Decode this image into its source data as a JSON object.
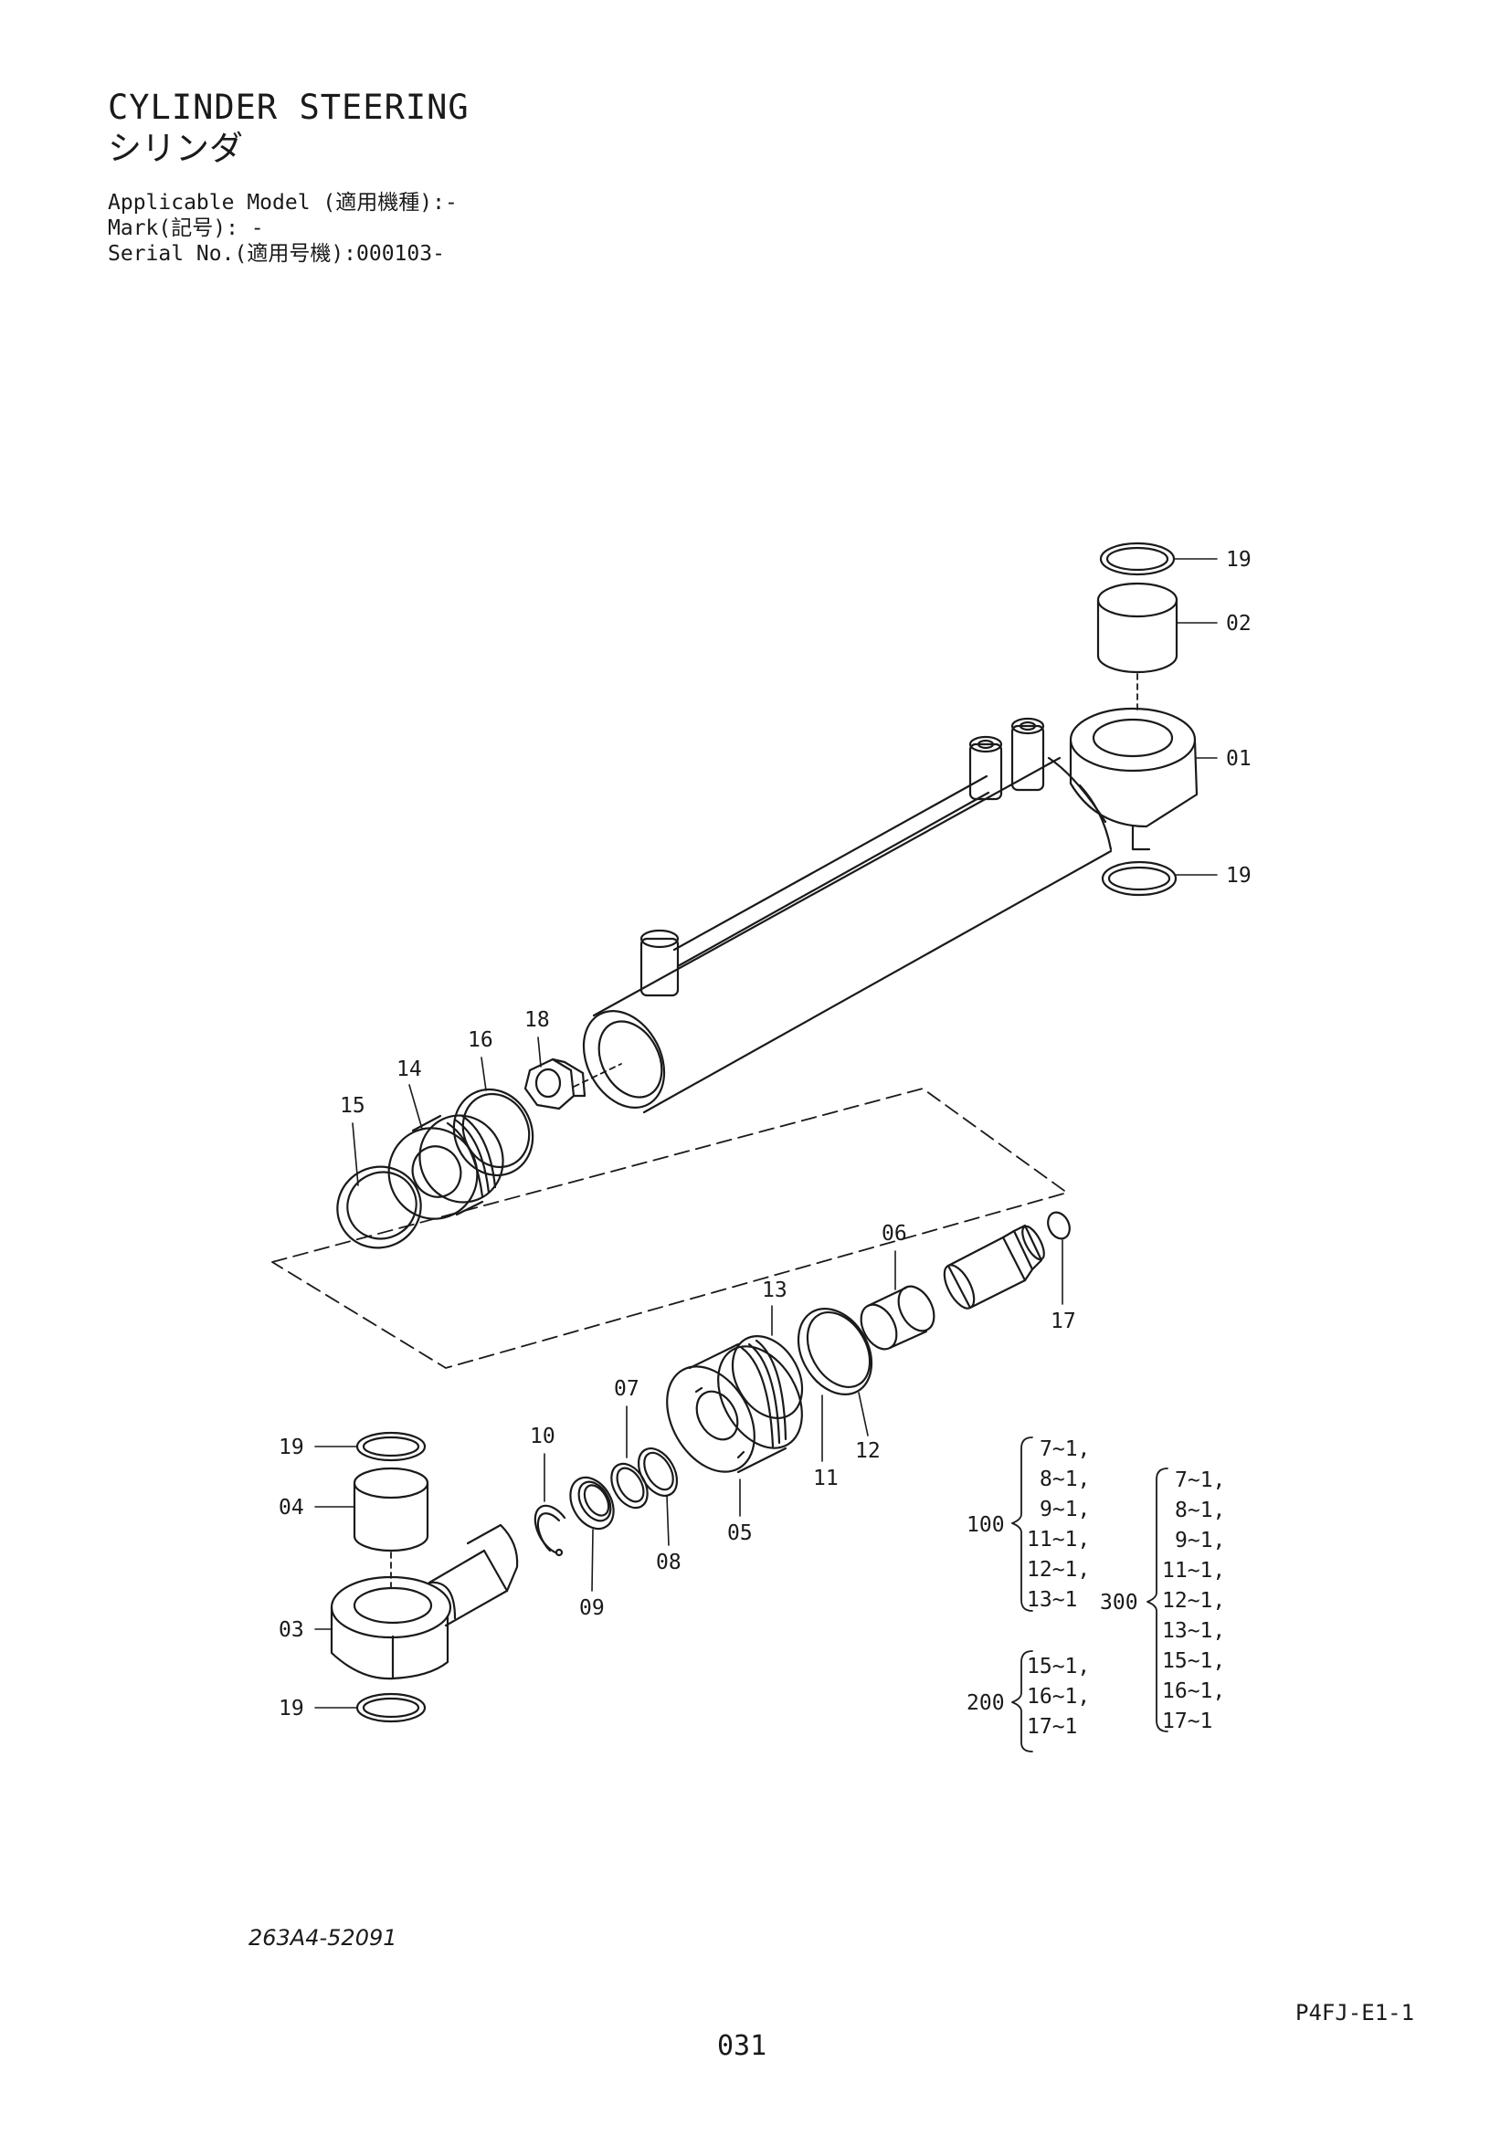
{
  "header": {
    "title_en": "CYLINDER STEERING",
    "title_jp": "シリンダ",
    "applicable_model": "Applicable Model (適用機種):-",
    "mark": "Mark(記号): -",
    "serial_no": "Serial No.(適用号機):000103-"
  },
  "callouts": {
    "c01": "01",
    "c02": "02",
    "c03": "03",
    "c04": "04",
    "c05": "05",
    "c06": "06",
    "c07": "07",
    "c08": "08",
    "c09": "09",
    "c10": "10",
    "c11": "11",
    "c12": "12",
    "c13": "13",
    "c14": "14",
    "c15": "15",
    "c16": "16",
    "c17": "17",
    "c18": "18",
    "c19a": "19",
    "c19b": "19",
    "c19c": "19",
    "c19d": "19"
  },
  "kits": {
    "k100": {
      "label": "100",
      "items": [
        "7~1,",
        "8~1,",
        "9~1,",
        "11~1,",
        "12~1,",
        "13~1"
      ]
    },
    "k200": {
      "label": "200",
      "items": [
        "15~1,",
        "16~1,",
        "17~1"
      ]
    },
    "k300": {
      "label": "300",
      "items": [
        "7~1,",
        "8~1,",
        "9~1,",
        "11~1,",
        "12~1,",
        "13~1,",
        "15~1,",
        "16~1,",
        "17~1"
      ]
    }
  },
  "footer": {
    "drawing_no": "263A4-52091",
    "page_code": "P4FJ-E1-1",
    "page_number": "031"
  }
}
